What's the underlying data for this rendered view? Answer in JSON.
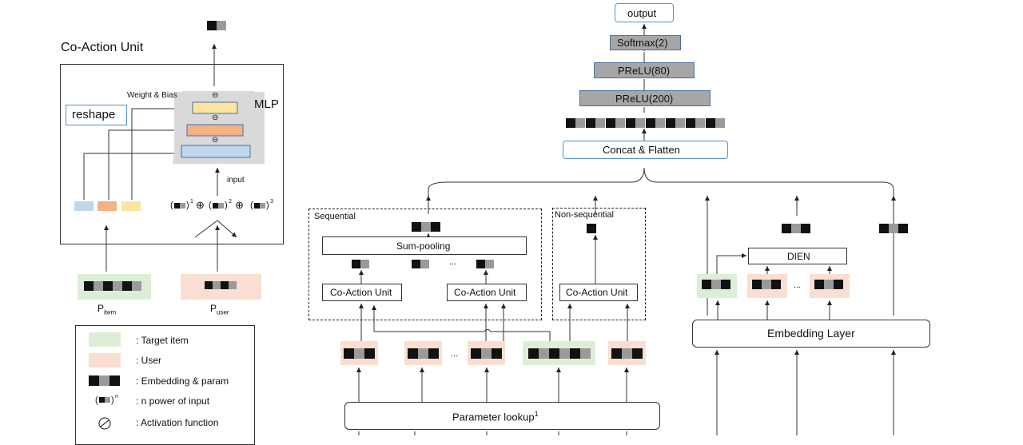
{
  "coaction": {
    "title": "Co-Action Unit",
    "reshape": "reshape",
    "weight_bias": "Weight & Bias",
    "mlp": "MLP",
    "input": "input",
    "p_item": "P",
    "p_item_sub": "item",
    "p_user": "P",
    "p_user_sub": "user",
    "power_exponents": [
      "1",
      "2",
      "3"
    ],
    "oplus": "⊕",
    "activation_symbol": "⊖"
  },
  "legend": {
    "items": [
      {
        "label": ": Target item",
        "swatch": "target"
      },
      {
        "label": ": User",
        "swatch": "user"
      },
      {
        "label": ": Embedding & param",
        "swatch": "embedding"
      },
      {
        "label": ": n power of input",
        "swatch": "power",
        "exp": "n"
      },
      {
        "label": ": Activation function",
        "swatch": "activation"
      }
    ]
  },
  "network": {
    "output": "output",
    "softmax": "Softmax(2)",
    "prelu80": "PReLU(80)",
    "prelu200": "PReLU(200)",
    "concat": "Concat & Flatten",
    "sequential": "Sequential",
    "non_sequential": "Non-sequential",
    "sum_pooling": "Sum-pooling",
    "coaction_unit": "Co-Action Unit",
    "param_lookup": "Parameter  lookup",
    "param_lookup_sup": "1",
    "ellipsis": "...",
    "dien": "DIEN",
    "embedding_layer": "Embedding Layer"
  },
  "colors": {
    "target": "#dcefd6",
    "user": "#f9dfd2",
    "mlp_bg": "#d9d9d9",
    "layer_gray": "#a6a6a6",
    "layer_border": "#4a6fa5",
    "box_border": "#5a8fd0",
    "bar_yellow": "#fbe3a0",
    "bar_orange": "#f4b183",
    "bar_blue": "#bdd7ee"
  }
}
